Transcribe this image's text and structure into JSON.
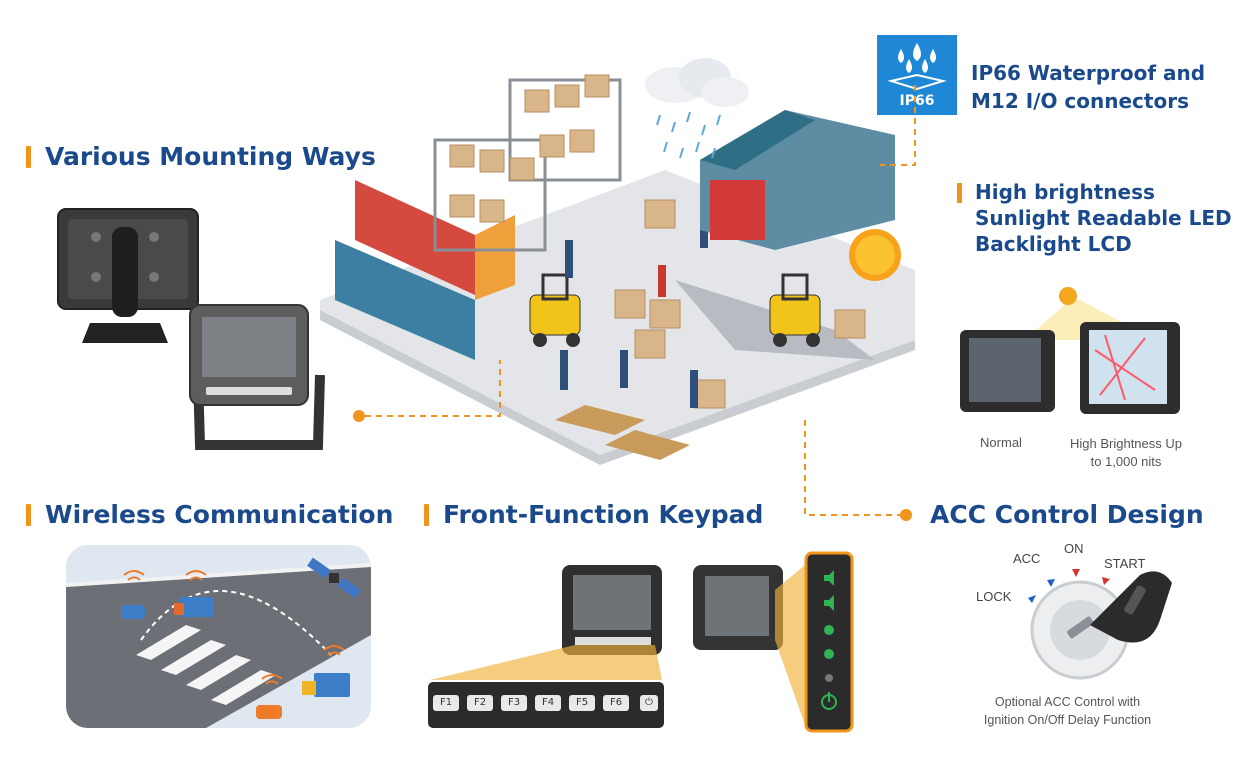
{
  "headings": {
    "mounting": "Various Mounting Ways",
    "wireless": "Wireless Communication",
    "keypad": "Front-Function Keypad",
    "acc": "ACC Control Design"
  },
  "ip66": {
    "badge_text": "IP66",
    "line1": "IP66 Waterproof and",
    "line2": "M12 I/O connectors"
  },
  "brightness": {
    "line1": "High brightness",
    "line2": "Sunlight Readable LED",
    "line3": "Backlight LCD",
    "normal_caption": "Normal",
    "high_caption_1": "High Brightness Up",
    "high_caption_2": "to 1,000 nits"
  },
  "keypad": {
    "keys": [
      "F1",
      "F2",
      "F3",
      "F4",
      "F5",
      "F6"
    ]
  },
  "acc": {
    "lock": "LOCK",
    "acc": "ACC",
    "on": "ON",
    "start": "START",
    "caption_1": "Optional ACC Control with",
    "caption_2": "Ignition On/Off Delay Function"
  },
  "colors": {
    "heading_blue": "#1b4a8c",
    "accent_orange": "#f0951c",
    "ip66_blue": "#1e88d6"
  }
}
